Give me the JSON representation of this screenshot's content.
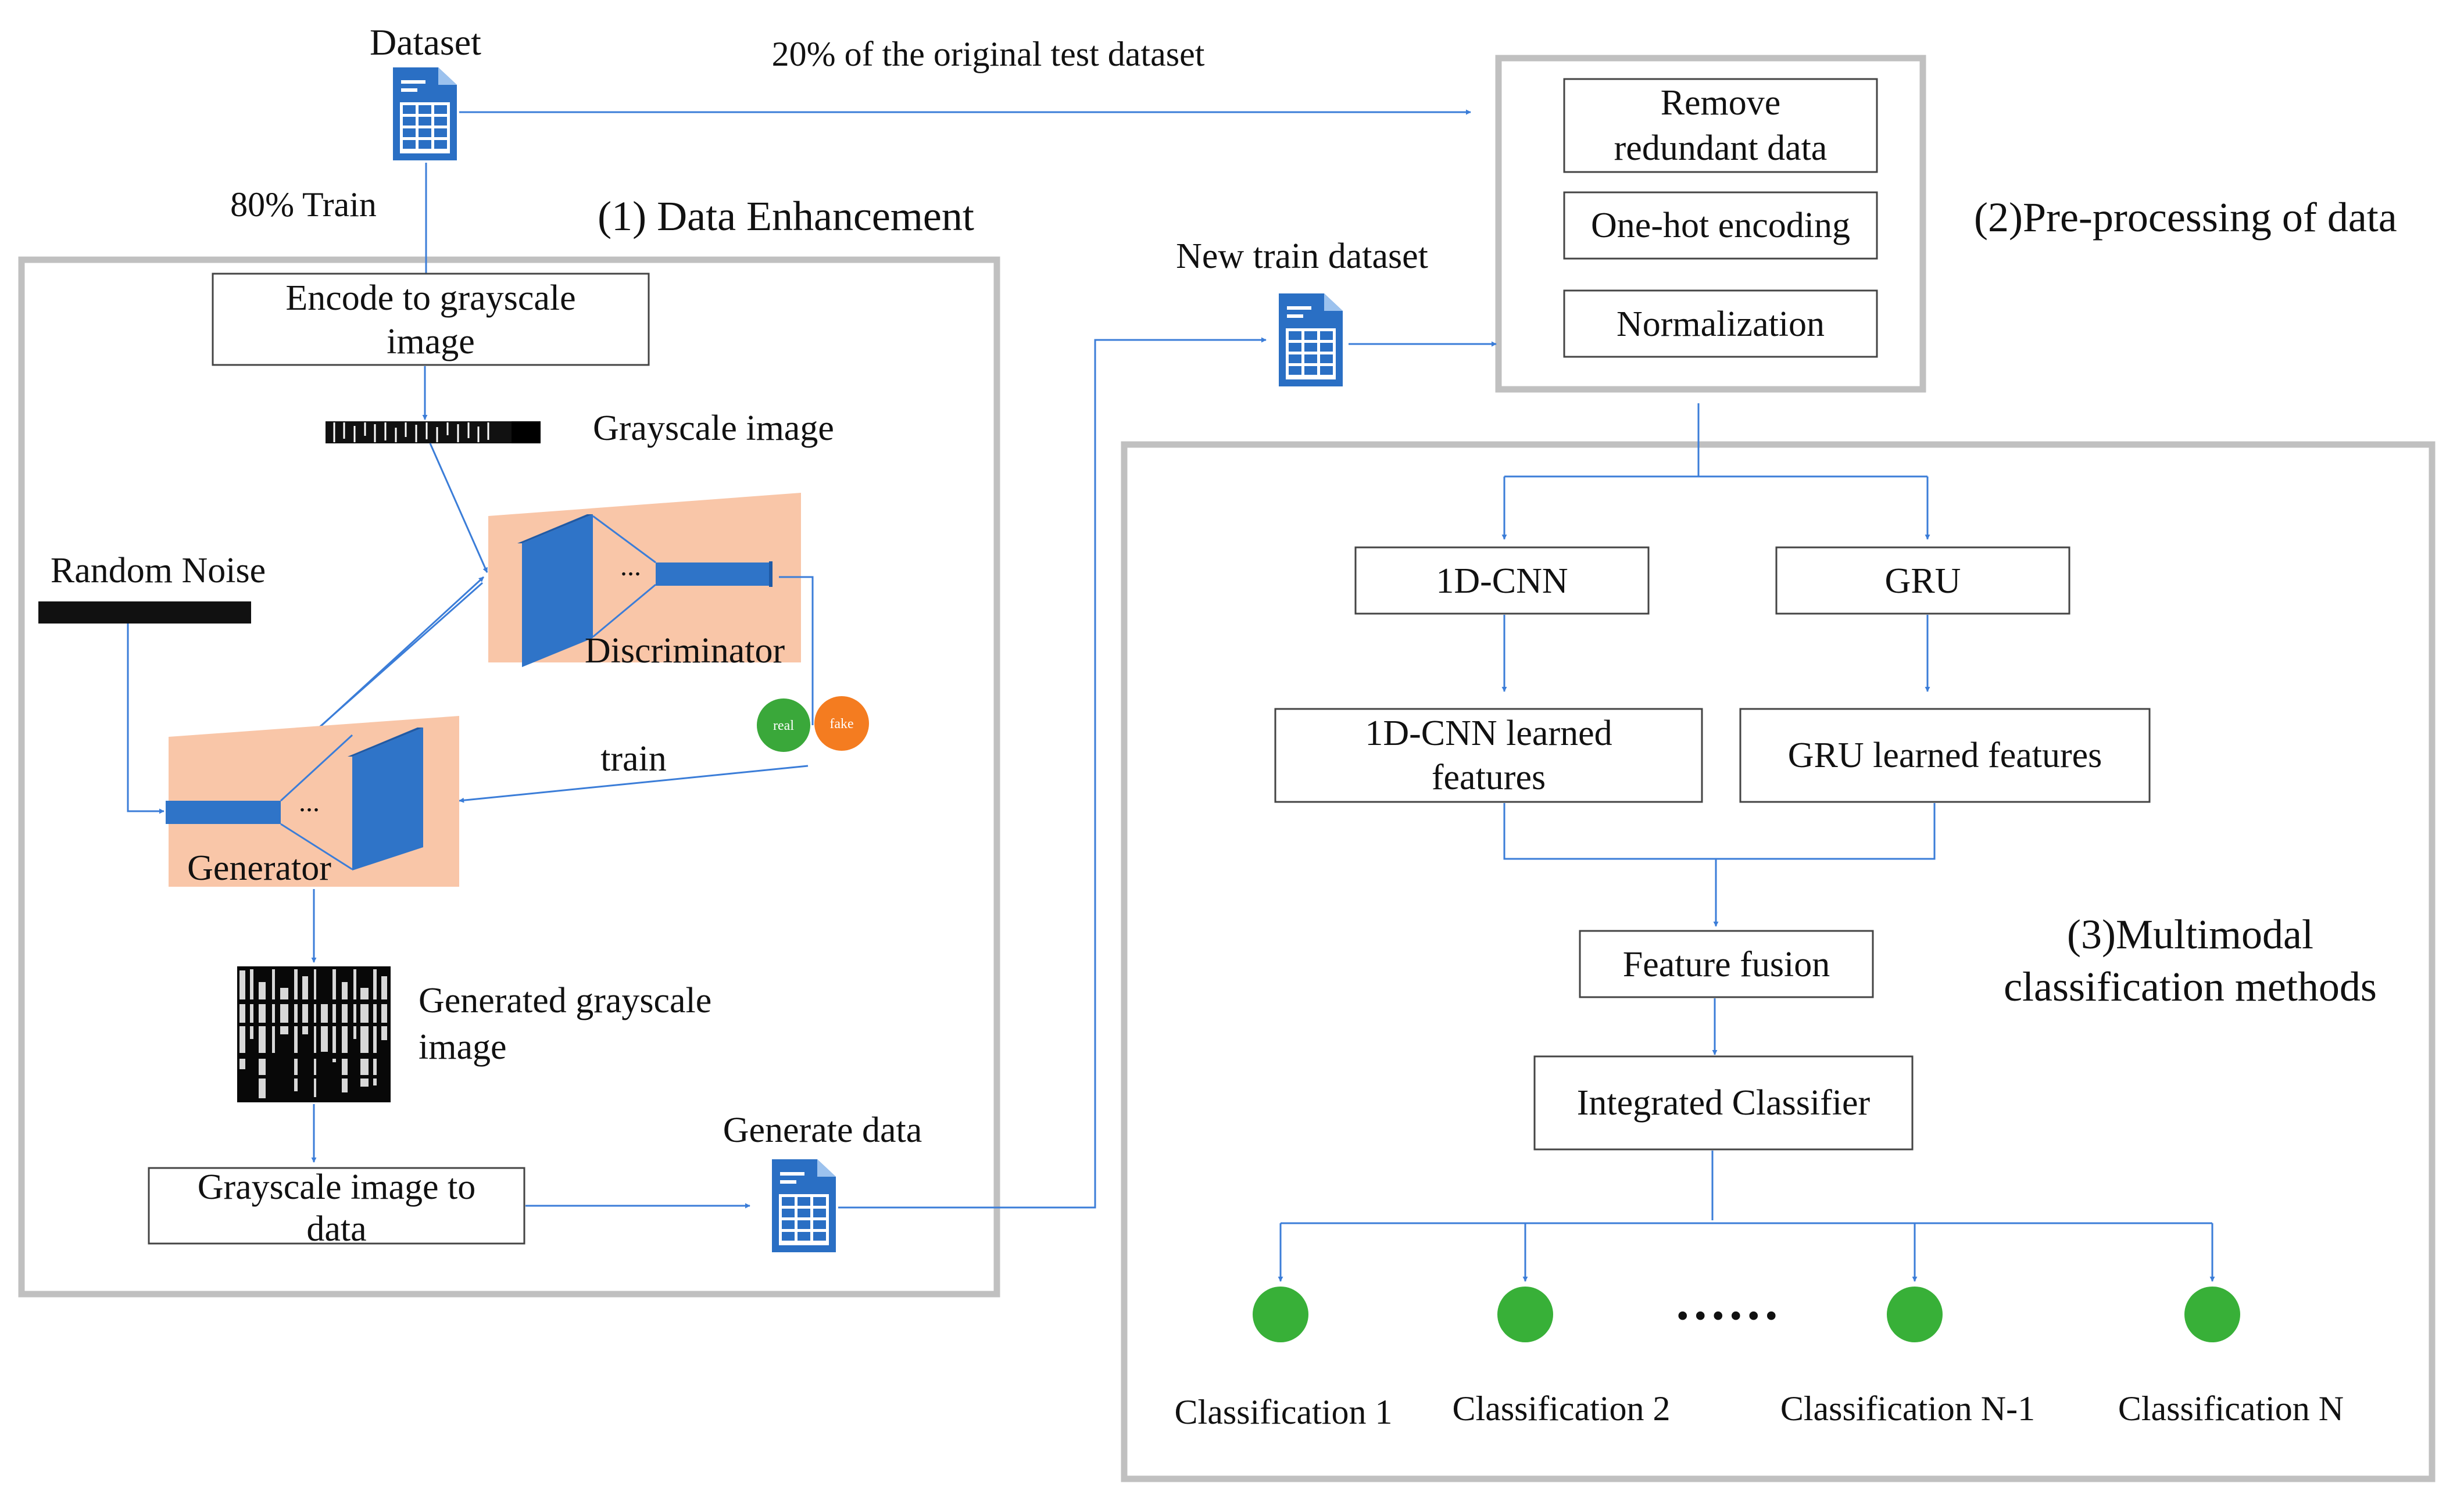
{
  "labels": {
    "dataset": "Dataset",
    "test_split": "20% of the original test dataset",
    "train_split": "80% Train",
    "section1": "(1) Data  Enhancement",
    "section2": "(2)Pre-processing of data",
    "section3_line1": "(3)Multimodal",
    "section3_line2": "classification methods",
    "new_train": "New train dataset",
    "grayscale_image": "Grayscale image",
    "random_noise": "Random Noise",
    "discriminator": "Discriminator",
    "generator": "Generator",
    "train": "train",
    "real": "real",
    "fake": "fake",
    "ellipsis": "...",
    "generated_line1": "Generated grayscale",
    "generated_line2": "image",
    "generate_data": "Generate data",
    "dots": "......"
  },
  "boxes": {
    "encode_line1": "Encode to grayscale",
    "encode_line2": "image",
    "gray_to_data_line1": "Grayscale image to",
    "gray_to_data_line2": "data",
    "remove_line1": "Remove",
    "remove_line2": "redundant data",
    "onehot": "One-hot encoding",
    "normalization": "Normalization",
    "cnn": "1D-CNN",
    "gru": "GRU",
    "cnn_feat_line1": "1D-CNN learned",
    "cnn_feat_line2": "features",
    "gru_feat": "GRU learned features",
    "fusion": "Feature fusion",
    "classifier": "Integrated Classifier"
  },
  "classifications": [
    "Classification 1",
    "Classification 2",
    "Classification N-1",
    "Classification N"
  ],
  "colors": {
    "arrow": "#3b7dd8",
    "frame": "#c0c0c0",
    "gan_bg": "#f9c6a8",
    "layer_blue": "#2f74c8",
    "real": "#3aa83a",
    "fake": "#f47c20",
    "class_node": "#38b038",
    "table_icon": "#2a6fc4"
  },
  "icons": [
    "table-icon"
  ]
}
